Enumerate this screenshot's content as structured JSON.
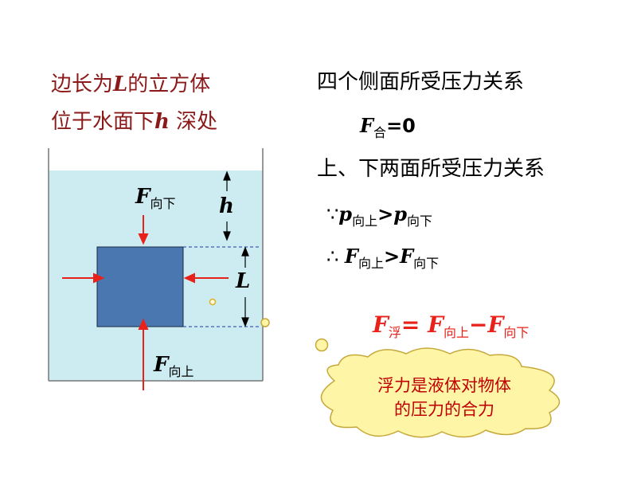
{
  "title_lines": [
    "边长为",
    "L",
    "的立方体",
    "位于水面下",
    "h",
    " 深处"
  ],
  "labels": {
    "f_down_sym": "F",
    "f_down_sub": "向下",
    "h_sym": "h",
    "l_sym": "L",
    "f_up_sym": "F",
    "f_up_sub": "向上"
  },
  "right_text": {
    "line1": "四个侧面所受压力关系",
    "f_he_sym": "F",
    "f_he_sub": "合",
    "f_he_val": "=0",
    "line3": "上、下两面所受压力关系",
    "because": "∵",
    "p_sym1": "p",
    "p_sub1": "向上",
    "gt": ">",
    "p_sym2": "p",
    "p_sub2": "向下",
    "therefore": "∴ ",
    "f_sym1": "F",
    "f_sub1": "向上",
    "f_sym2": "F",
    "f_sub2": "向下"
  },
  "formula": {
    "f_sym": "F",
    "f_sub": "浮",
    "eq": "= ",
    "f_up_sym": "F",
    "f_up_sub": "向上",
    "minus": "−",
    "f_down_sym": "F",
    "f_down_sub": "向下"
  },
  "cloud": {
    "line1": "浮力是液体对物体",
    "line2": "的压力的合力"
  },
  "colors": {
    "water": "#ccecf1",
    "cube": "#4a77b0",
    "arrow": "#e8221a",
    "title": "#8B1A1A",
    "cloud_fill": "#fff5a6",
    "cloud_stroke": "#c6a83a"
  }
}
